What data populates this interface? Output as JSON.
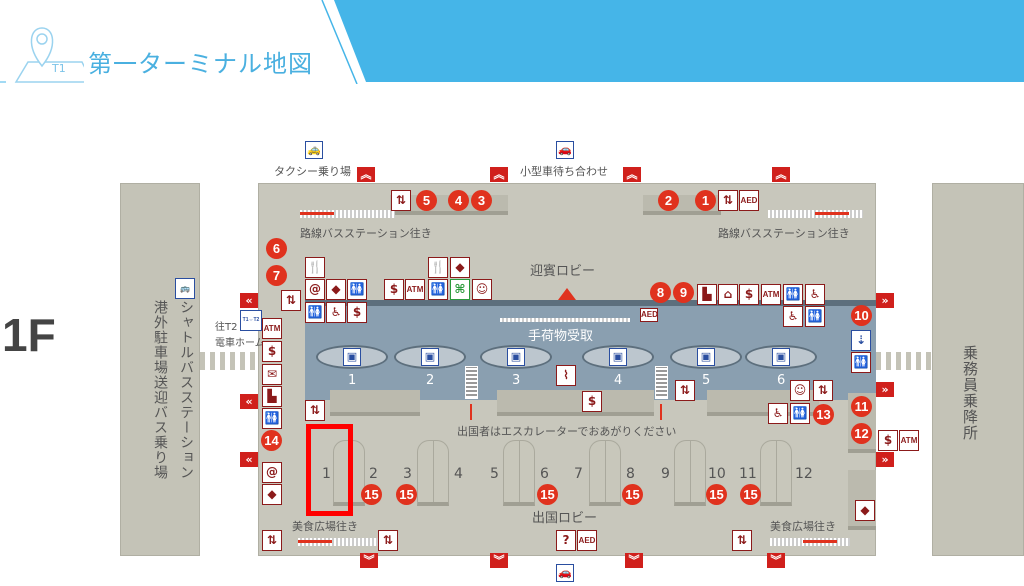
{
  "header": {
    "title": "第一ターミナル地図",
    "pin_label": "T1",
    "accent": "#4ab0e0"
  },
  "floor": "1F",
  "buildings": {
    "left_title_1": "港外駐車場送迎バス乗り場",
    "left_title_2": "シャトルバスステーション",
    "right_title": "乗務員乗降所"
  },
  "labels": {
    "taxi": "タクシー乗り場",
    "car_pickup": "小型車待ち合わせ",
    "bus_station_left": "路線バスステーション往き",
    "bus_station_right": "路線バスステーション往き",
    "arrival_lobby": "迎賓ロビー",
    "baggage_claim": "手荷物受取",
    "escalator_notice": "出国者はエスカレーターでおあがりください",
    "departure_lobby": "出国ロビー",
    "food_left": "美食広場往き",
    "food_right": "美食広場往き",
    "t2_line1": "往T2",
    "t2_line2": "電車ホーム",
    "t1t2": "T1⇔T2"
  },
  "carousels": [
    "1",
    "2",
    "3",
    "4",
    "5",
    "6"
  ],
  "gates": [
    "1",
    "2",
    "3",
    "4",
    "5",
    "6",
    "7",
    "8",
    "9",
    "10",
    "11",
    "12"
  ],
  "badges": [
    "1",
    "2",
    "3",
    "4",
    "5",
    "6",
    "7",
    "8",
    "9",
    "10",
    "11",
    "12",
    "13",
    "14",
    "15"
  ],
  "icon_text": {
    "atm": "ATM",
    "info": "?",
    "aed": "AED",
    "at": "@"
  }
}
